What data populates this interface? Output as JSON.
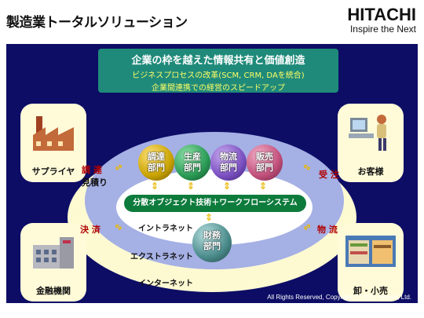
{
  "header": {
    "title": "製造業トータルソリューション",
    "brand": "HITACHI",
    "tagline": "Inspire the Next"
  },
  "banner": {
    "headline": "企業の枠を越えた情報共有と価値創造",
    "line1": "ビジネスプロセスの改革(SCM, CRM, DAを統合)",
    "line2": "企業間連携での経営のスピードアップ"
  },
  "corners": {
    "supplier": "サプライヤ",
    "customer": "お客様",
    "finance": "金融機関",
    "wholesale": "卸・小売"
  },
  "side_labels": {
    "procurement": "調 達",
    "estimate": "見積り",
    "settlement": "決 済",
    "order": "受 注",
    "logistics": "物 流"
  },
  "departments": [
    {
      "label": "調達\n部門",
      "color": "#c8a200"
    },
    {
      "label": "生産\n部門",
      "color": "#2a9a55"
    },
    {
      "label": "物流\n部門",
      "color": "#7a4fc0"
    },
    {
      "label": "販売\n部門",
      "color": "#c04f7a"
    },
    {
      "label": "財務\n部門",
      "color": "#4a8a8a"
    }
  ],
  "system": "分散オブジェクト技術＋ワークフローシステム",
  "networks": {
    "intranet": "イントラネット",
    "extranet": "エクストラネット",
    "internet": "インターネット"
  },
  "footer": "All Rights Reserved, Copyright © 2000, Hitachi, Ltd."
}
